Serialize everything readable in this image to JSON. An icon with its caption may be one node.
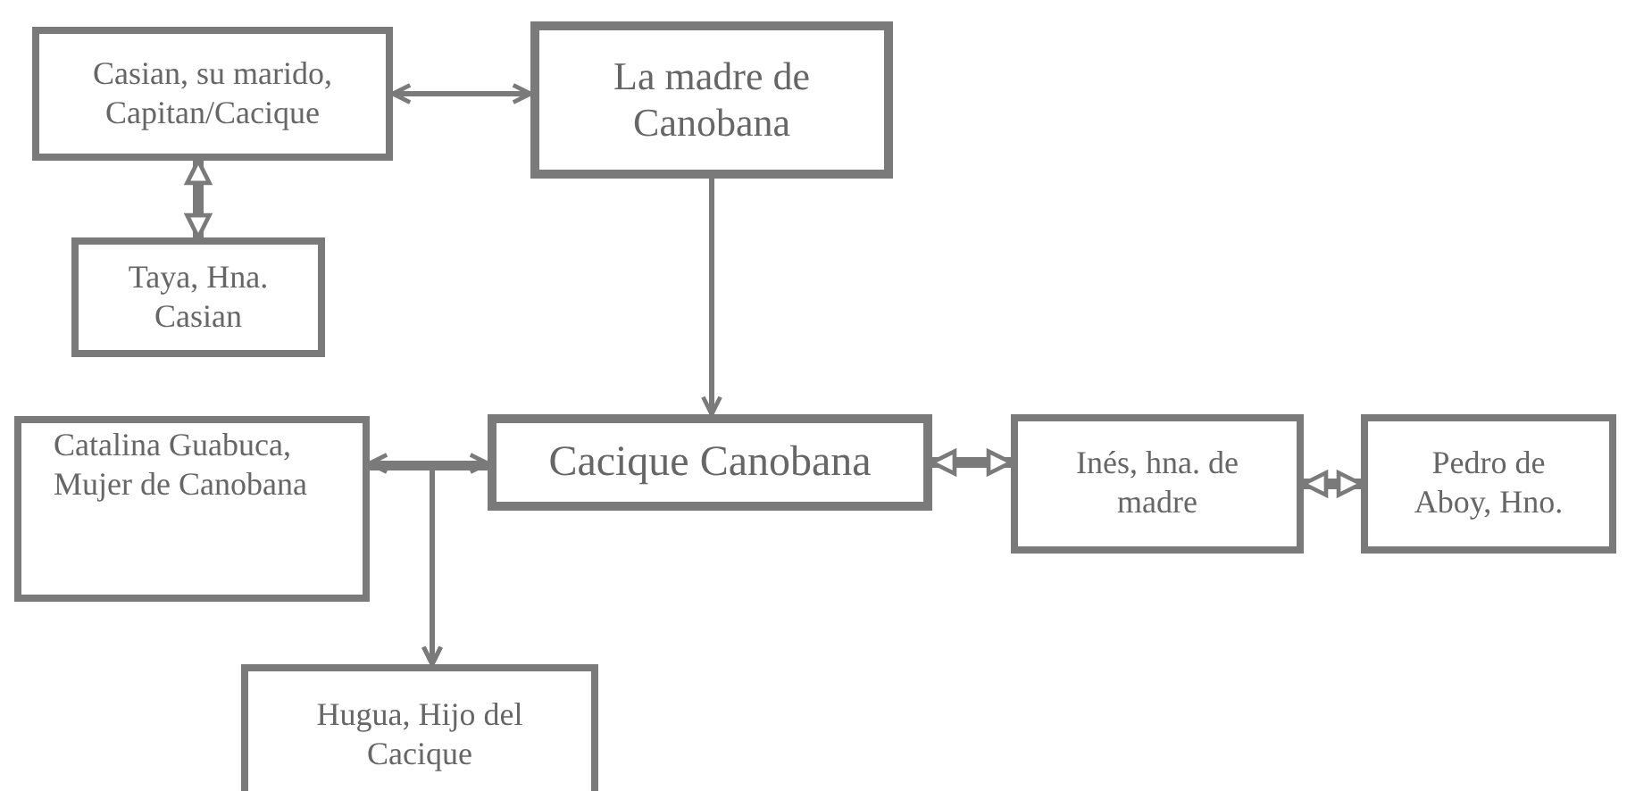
{
  "diagram": {
    "nodes": [
      {
        "text": [
          "Casian, su marido, Capitan/Cacique"
        ]
      },
      {
        "text": [
          "La madre de Canobana"
        ]
      },
      {
        "text": [
          "Taya, Hna. Casian"
        ]
      },
      {
        "text": [
          "Catalina Guabuca, Mujer de Canobana"
        ]
      },
      {
        "text": [
          "Cacique Canobana"
        ]
      },
      {
        "text": [
          "Inés, hna. de madre"
        ]
      },
      {
        "text": [
          "Pedro de Aboy, Hno."
        ]
      },
      {
        "text": [
          "Hugua, Hijo del Cacique"
        ]
      }
    ],
    "edges": [
      {
        "from": 0,
        "to": 1,
        "arrow": "both"
      },
      {
        "from": 0,
        "to": 2,
        "arrow": "both",
        "style": "thick"
      },
      {
        "from": 1,
        "to": 4,
        "arrow": "to"
      },
      {
        "from": 3,
        "to": 4,
        "arrow": "both"
      },
      {
        "from": 3,
        "to": 7,
        "arrow": "to"
      },
      {
        "from": 4,
        "to": 7,
        "arrow": "to"
      },
      {
        "from": 4,
        "to": 5,
        "arrow": "both",
        "style": "thick"
      },
      {
        "from": 5,
        "to": 6,
        "arrow": "both",
        "style": "thick"
      }
    ]
  }
}
